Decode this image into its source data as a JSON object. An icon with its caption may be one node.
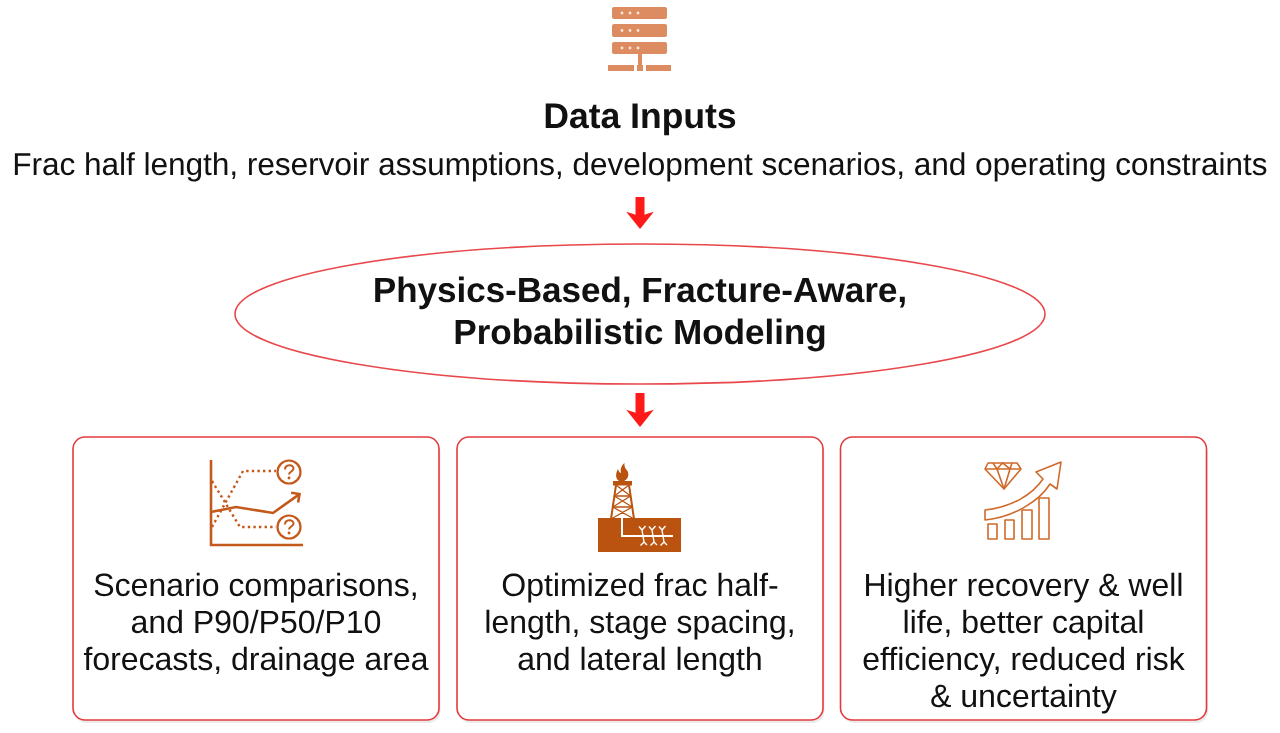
{
  "diagram": {
    "nodes": [
      {
        "text": [
          "Data Inputs",
          "Frac half length, reservoir assumptions, development scenarios, and operating constraints"
        ]
      },
      {
        "text": [
          "Physics-Based, Fracture-Aware, Probabilistic Modeling"
        ]
      },
      {
        "text": [
          "Scenario comparisons, and P90/P50/P10 forecasts, drainage area"
        ]
      },
      {
        "text": [
          "Optimized frac half-length, stage spacing, and lateral length"
        ]
      },
      {
        "text": [
          "Higher recovery & well life, better capital efficiency, reduced risk & uncertainty"
        ]
      }
    ],
    "edges": [
      {
        "from": 0,
        "to": 1,
        "arrow": "to"
      },
      {
        "from": 1,
        "to": 3,
        "arrow": "to"
      }
    ]
  }
}
